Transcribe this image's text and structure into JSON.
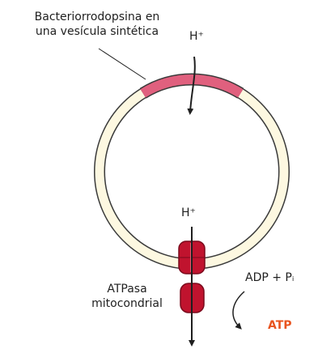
{
  "labels": {
    "vesicle_title_line1": "Bacteriorrodopsina en",
    "vesicle_title_line2": "una vesícula sintética",
    "proton_top": "H⁺",
    "proton_bottom": "H⁺",
    "atpase_line1": "ATPasa",
    "atpase_line2": "mitocondrial",
    "substrate": "ADP + Pᵢ",
    "product": "ATP"
  },
  "colors": {
    "membrane_outline": "#3a3a3a",
    "membrane_fill": "#fdf8e1",
    "bacteriorhodopsin": "#e0607e",
    "atpase": "#c0132e",
    "atp_text": "#e8541f"
  }
}
